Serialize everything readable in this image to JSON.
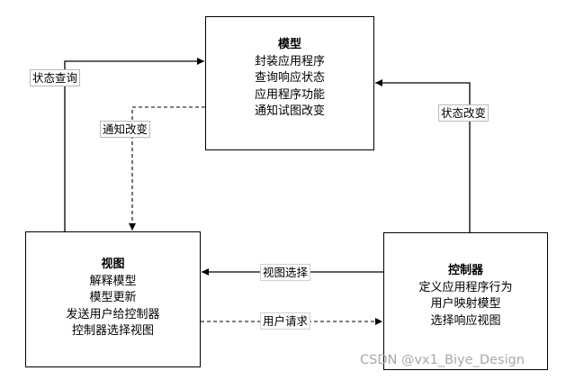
{
  "boxes": {
    "model": {
      "title": "模型",
      "lines": [
        "封装应用程序",
        "查询响应状态",
        "应用程序功能",
        "通知试图改变"
      ]
    },
    "view": {
      "title": "视图",
      "lines": [
        "解释模型",
        "模型更新",
        "发送用户给控制器",
        "控制器选择视图"
      ]
    },
    "controller": {
      "title": "控制器",
      "lines": [
        "定义应用程序行为",
        "用户映射模型",
        "选择响应视图"
      ]
    }
  },
  "edges": {
    "state_query": "状态查询",
    "notify_change": "通知改变",
    "state_change": "状态改变",
    "view_select": "视图选择",
    "user_request": "用户请求"
  },
  "watermark": "CSDN @vx1_Biye_Design"
}
